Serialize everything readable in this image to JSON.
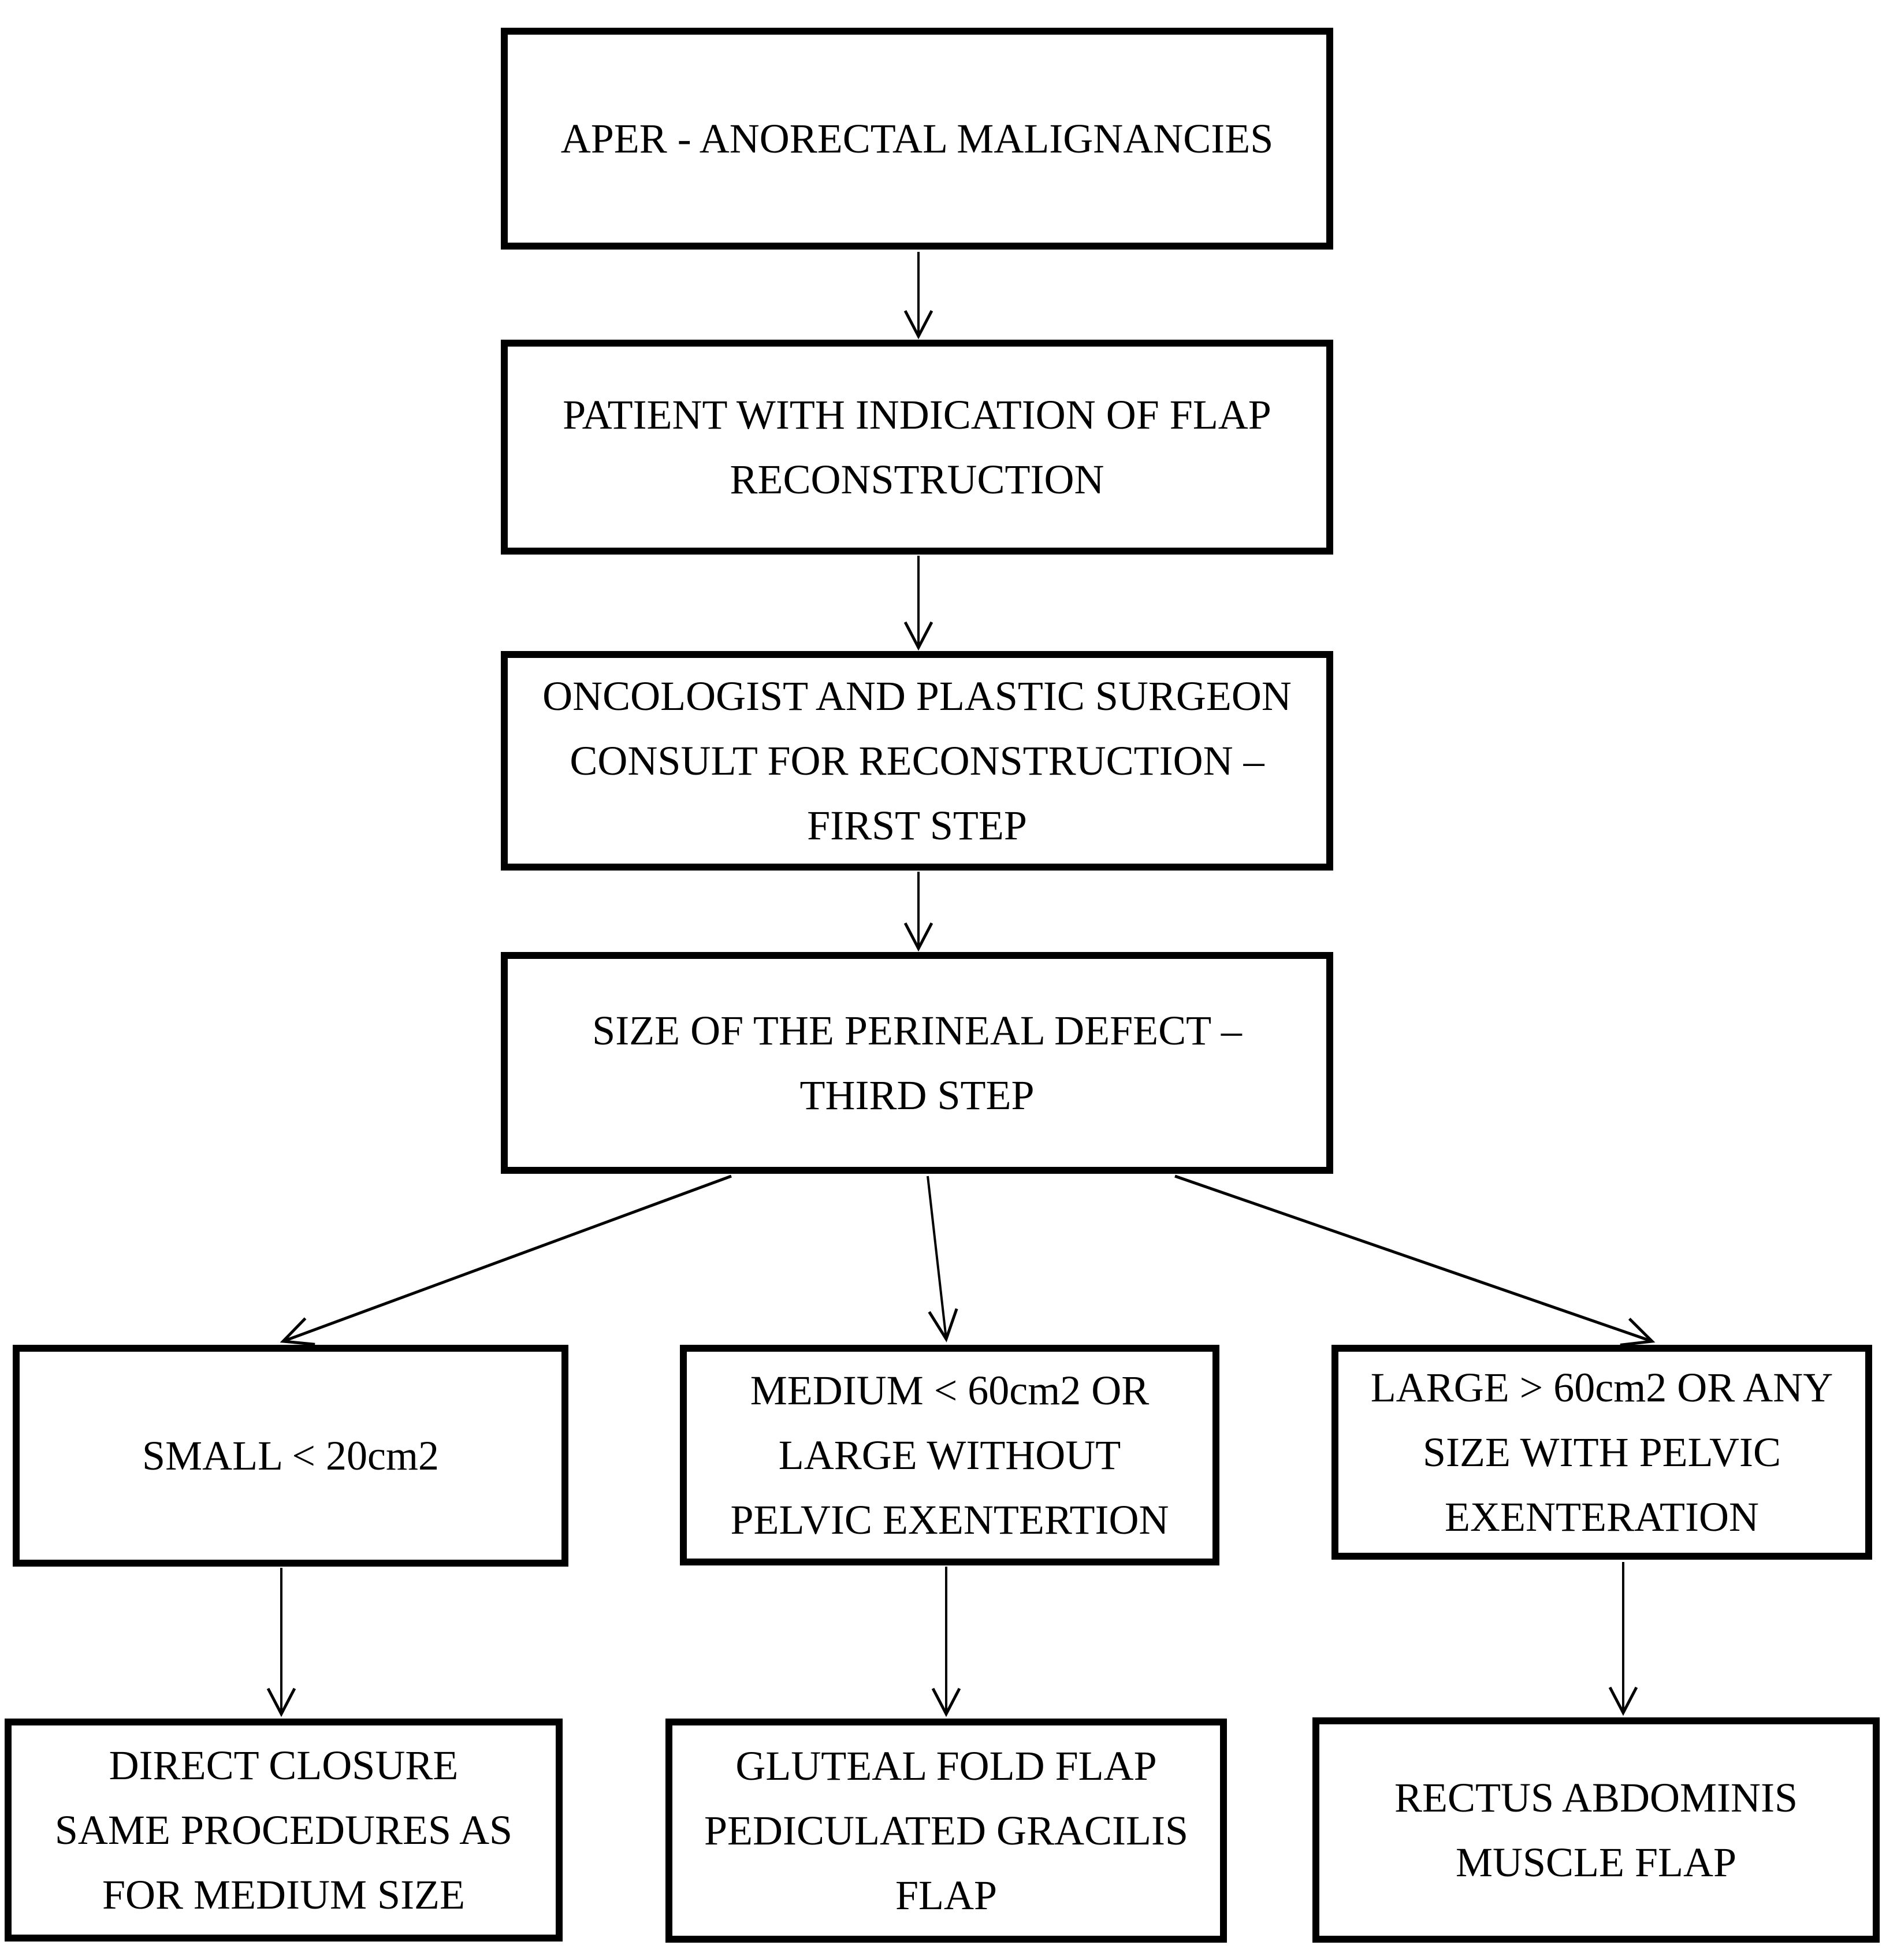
{
  "figure": {
    "type": "flowchart",
    "background_color": "#ffffff",
    "box_border_color": "#000000",
    "text_color": "#000000",
    "nodes": {
      "aper": {
        "lines": [
          "APER - ANORECTAL MALIGNANCIES"
        ]
      },
      "patient": {
        "lines": [
          "PATIENT WITH INDICATION OF FLAP",
          "RECONSTRUCTION"
        ]
      },
      "consult": {
        "lines": [
          "ONCOLOGIST AND PLASTIC SURGEON",
          "CONSULT FOR RECONSTRUCTION –",
          "FIRST STEP"
        ]
      },
      "size": {
        "lines": [
          "SIZE OF THE PERINEAL DEFECT –",
          "THIRD STEP"
        ]
      },
      "small": {
        "lines": [
          "SMALL < 20cm2"
        ]
      },
      "medium": {
        "lines": [
          "MEDIUM < 60cm2 OR",
          "LARGE WITHOUT",
          "PELVIC EXENTERTION"
        ]
      },
      "large": {
        "lines": [
          "LARGE > 60cm2 OR ANY",
          "SIZE WITH PELVIC",
          "EXENTERATION"
        ]
      },
      "direct": {
        "lines": [
          "DIRECT CLOSURE",
          "SAME PROCEDURES AS",
          "FOR MEDIUM SIZE"
        ]
      },
      "gluteal": {
        "lines": [
          "GLUTEAL FOLD FLAP",
          "PEDICULATED GRACILIS",
          "FLAP"
        ]
      },
      "rectus": {
        "lines": [
          "RECTUS ABDOMINIS",
          "MUSCLE FLAP"
        ]
      }
    },
    "edges": [
      {
        "from": "aper",
        "to": "patient"
      },
      {
        "from": "patient",
        "to": "consult"
      },
      {
        "from": "consult",
        "to": "size"
      },
      {
        "from": "size",
        "to": "small"
      },
      {
        "from": "size",
        "to": "medium"
      },
      {
        "from": "size",
        "to": "large"
      },
      {
        "from": "small",
        "to": "direct"
      },
      {
        "from": "medium",
        "to": "gluteal"
      },
      {
        "from": "large",
        "to": "rectus"
      }
    ]
  }
}
